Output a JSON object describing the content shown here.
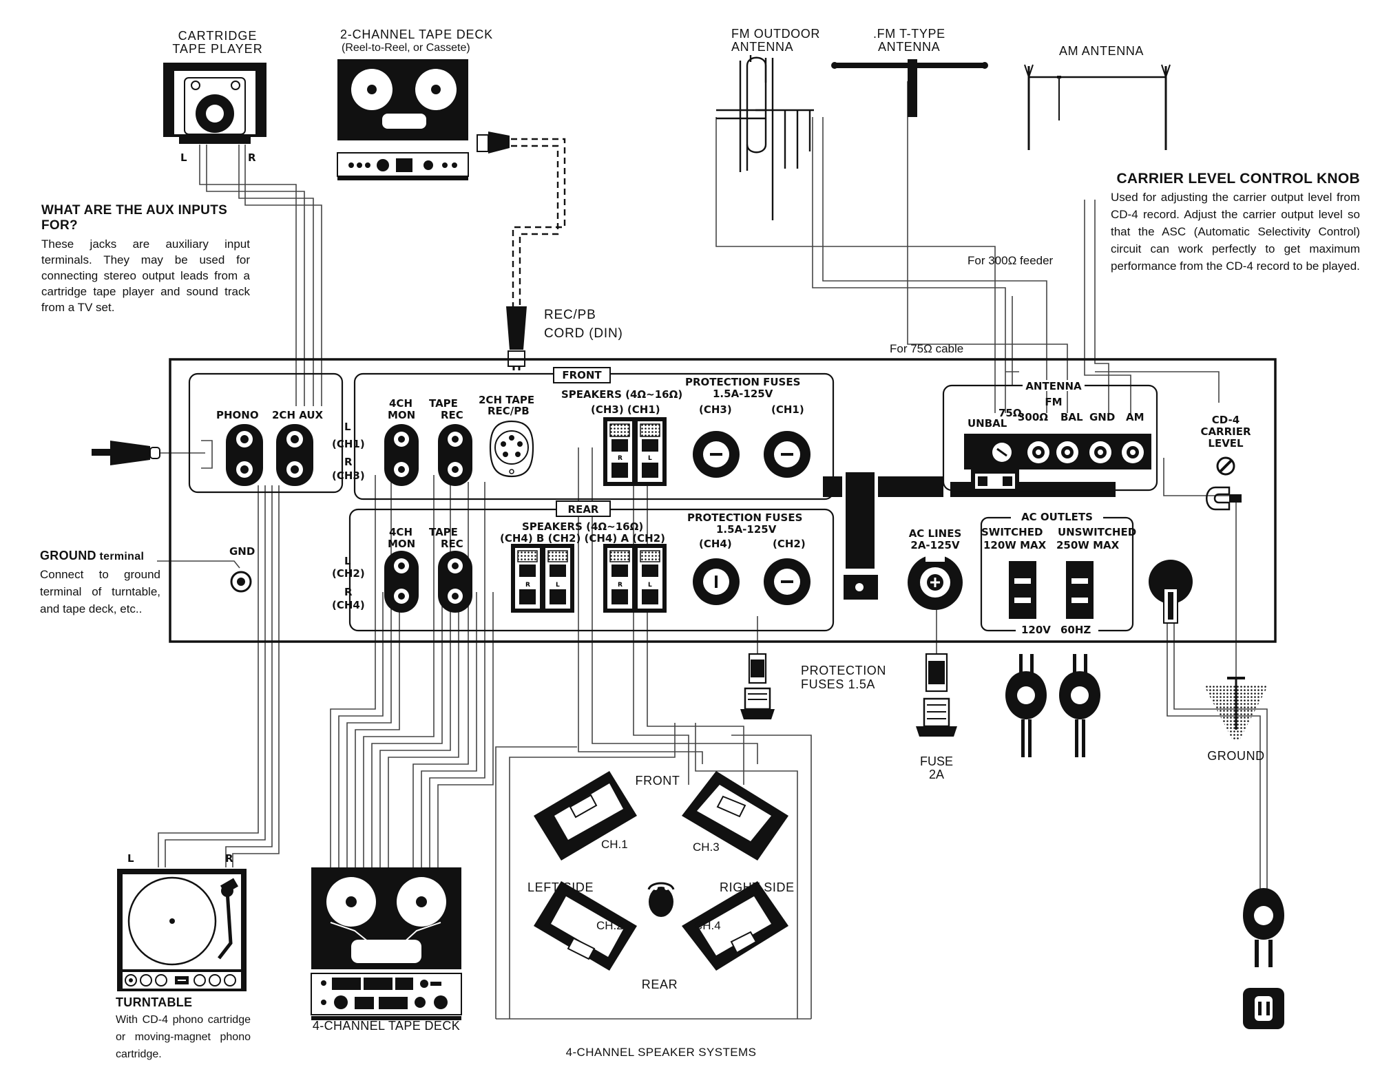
{
  "devices": {
    "cartridge_player": [
      "CARTRIDGE",
      "TAPE PLAYER"
    ],
    "cartridge_l": "L",
    "cartridge_r": "R",
    "tape_deck_2ch": "2-CHANNEL TAPE DECK",
    "tape_deck_2ch_sub": "(Reel-to-Reel, or Cassete)",
    "fm_outdoor": [
      "FM OUTDOOR",
      "ANTENNA"
    ],
    "fm_ttype": [
      ".FM T-TYPE",
      "ANTENNA"
    ],
    "am_antenna": "AM ANTENNA",
    "recpb_cord": [
      "REC/PB",
      "CORD (DIN)"
    ],
    "feeder_300": "For 300Ω feeder",
    "cable_75": "For 75Ω cable",
    "protection_fuses": [
      "PROTECTION",
      "FUSES 1.5A"
    ],
    "fuse_2a": [
      "FUSE",
      "2A"
    ],
    "ground": "GROUND",
    "turntable_l": "L",
    "turntable_r": "R",
    "tape_deck_4ch": "4-CHANNEL TAPE DECK",
    "speaker_systems": "4-CHANNEL SPEAKER SYSTEMS"
  },
  "speakers": {
    "front": "FRONT",
    "rear": "REAR",
    "left_side": "LEFT SIDE",
    "right_side": "RIGHT SIDE",
    "ch1": "CH.1",
    "ch2": "CH.2",
    "ch3": "CH.3",
    "ch4": "CH.4"
  },
  "panel": {
    "phono": "PHONO",
    "aux_2ch": "2CH AUX",
    "l": "L",
    "r": "R",
    "ch1": "(CH1)",
    "ch2": "(CH2)",
    "ch3": "(CH3)",
    "ch4": "(CH4)",
    "gnd": "GND",
    "front_box": "FRONT",
    "rear_box": "REAR",
    "mon_4ch": [
      "4CH",
      "MON"
    ],
    "tape_rec": [
      "TAPE",
      "REC"
    ],
    "tape_2ch": [
      "2CH TAPE",
      "REC/PB"
    ],
    "speakers_front": "SPEAKERS (4Ω~16Ω)",
    "speakers_front_ch": "(CH3) (CH1)",
    "speakers_rear": "SPEAKERS (4Ω~16Ω)",
    "speakers_rear_ch": "(CH4) B (CH2) (CH4) A (CH2)",
    "fuses_front": [
      "PROTECTION FUSES",
      "1.5A-125V"
    ],
    "fuses_front_ch": [
      "(CH3)",
      "(CH1)"
    ],
    "fuses_rear": [
      "PROTECTION FUSES",
      "1.5A-125V"
    ],
    "fuses_rear_ch": [
      "(CH4)",
      "(CH2)"
    ],
    "antenna": "ANTENNA",
    "fm": "FM",
    "unbal_75": [
      "75Ω",
      "UNBAL"
    ],
    "ohm_300": "300Ω",
    "bal": "BAL",
    "ant_gnd": "GND",
    "am": "AM",
    "cd4": [
      "CD-4",
      "CARRIER",
      "LEVEL"
    ],
    "ac_lines": [
      "AC LINES",
      "2A-125V"
    ],
    "ac_outlets": "AC OUTLETS",
    "switched": "SWITCHED",
    "unswitched": "UNSWITCHED",
    "max_120": "120W MAX",
    "max_250": "250W MAX",
    "v120": "120V",
    "hz60": "60HZ"
  },
  "notes": {
    "aux_title": "WHAT ARE THE AUX INPUTS FOR?",
    "aux_body": "These jacks are auxiliary input terminals. They may be used for connecting stereo output leads from a cartridge tape player and sound track from a TV set.",
    "carrier_title": "CARRIER LEVEL CONTROL KNOB",
    "carrier_body": "Used for adjusting the carrier output level from CD-4 record. Adjust the carrier output level so that the ASC (Automatic Selectivity Control) circuit can work perfectly to get maximum performance from the CD-4 record to be played.",
    "ground_title_bold": "GROUND",
    "ground_title_rest": " terminal",
    "ground_body": "Connect to ground terminal of turntable, and tape deck, etc..",
    "turntable_title": "TURNTABLE",
    "turntable_body": "With CD-4 phono cartridge or moving-magnet phono cartridge."
  }
}
